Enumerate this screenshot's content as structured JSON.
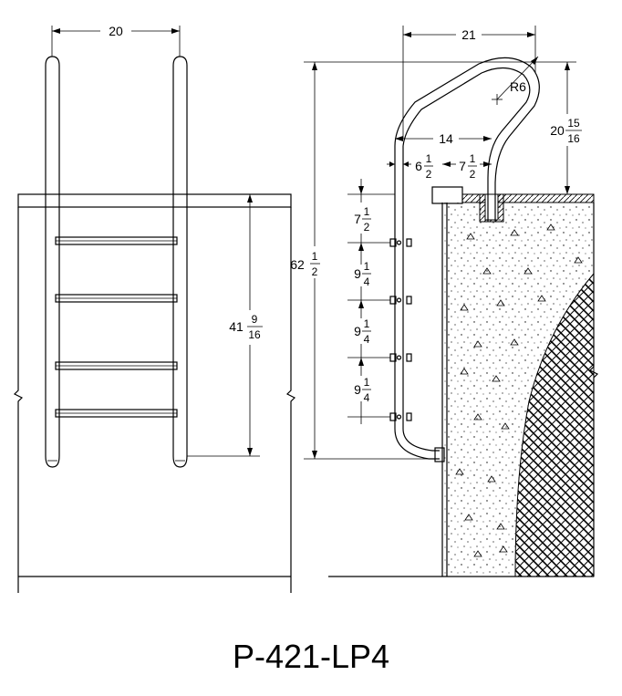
{
  "title": "P-421-LP4",
  "front_view": {
    "dim_width": "20",
    "dim_height_whole": "41",
    "dim_height_num": "9",
    "dim_height_den": "16"
  },
  "side_view": {
    "dim_top_width": "21",
    "dim_radius": "R6",
    "dim_reach": "14",
    "dim_rise_whole": "20",
    "dim_rise_num": "15",
    "dim_rise_den": "16",
    "dim_offset_whole": "6",
    "dim_offset_num": "1",
    "dim_offset_den": "2",
    "dim_anchor_whole": "7",
    "dim_anchor_num": "1",
    "dim_anchor_den": "2",
    "dim_overall_whole": "62",
    "dim_overall_num": "1",
    "dim_overall_den": "2",
    "step_spacing": [
      {
        "whole": "7",
        "num": "1",
        "den": "2"
      },
      {
        "whole": "9",
        "num": "1",
        "den": "4"
      },
      {
        "whole": "9",
        "num": "1",
        "den": "4"
      },
      {
        "whole": "9",
        "num": "1",
        "den": "4"
      }
    ]
  }
}
